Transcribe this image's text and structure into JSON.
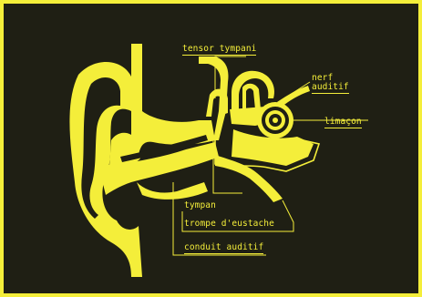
{
  "diagram": {
    "labels": {
      "tensor_tympani": "tensor tympani",
      "nerf_line1": "nerf",
      "nerf_line2": "auditif",
      "limacon": "limaçon",
      "tympan": "tympan",
      "trompe": "trompe d'eustache",
      "conduit": "conduit auditif"
    },
    "colors": {
      "background": "#1f1f14",
      "ink": "#f4ee3a",
      "frame": "#f4ee3a"
    }
  }
}
